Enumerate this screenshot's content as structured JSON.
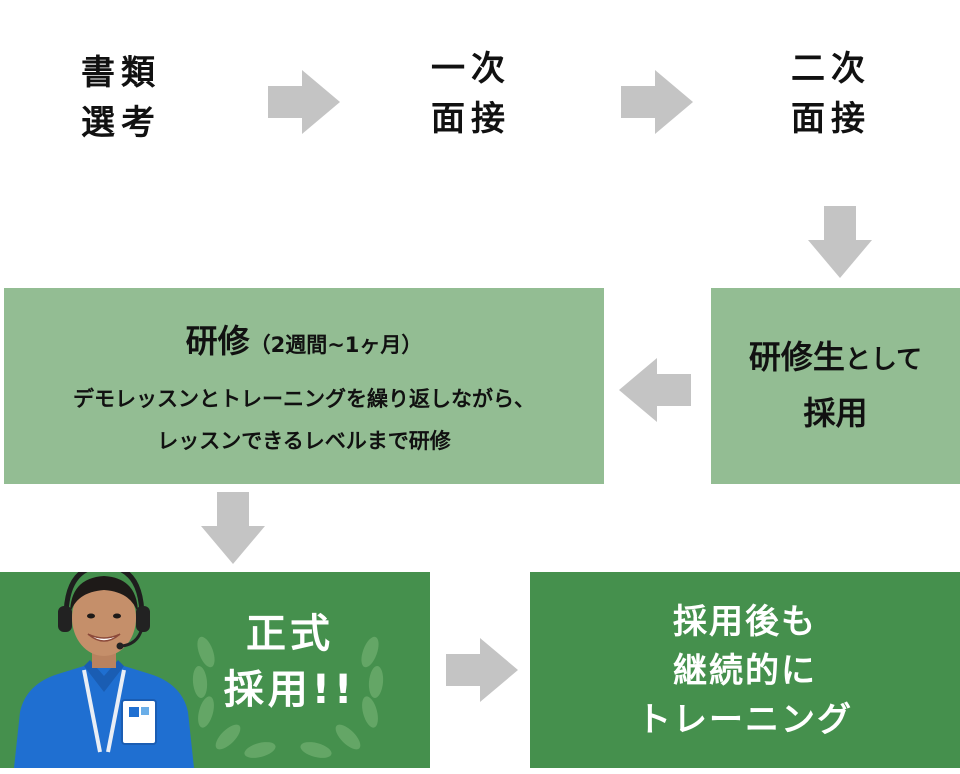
{
  "steps": {
    "document_screening": [
      "書類",
      "選考"
    ],
    "first_interview": [
      "一次",
      "面接"
    ],
    "second_interview": [
      "二次",
      "面接"
    ]
  },
  "trainee_box": {
    "line1_main": "研修生",
    "line1_sub": "として",
    "line2": "採用"
  },
  "training_box": {
    "title": "研修",
    "duration": "（2週間~1ヶ月）",
    "desc_line1": "デモレッスンとトレーニングを繰り返しながら、",
    "desc_line2": "レッスンできるレベルまで研修"
  },
  "official_box": {
    "line1": "正式",
    "line2": "採用!!"
  },
  "continuous_box": {
    "line1": "採用後も",
    "line2": "継続的に",
    "line3": "トレーニング"
  },
  "colors": {
    "arrow": "#c4c4c4",
    "light_green": "#93bd93",
    "dark_green": "#45904d",
    "shirt_blue": "#1f6fd1"
  }
}
